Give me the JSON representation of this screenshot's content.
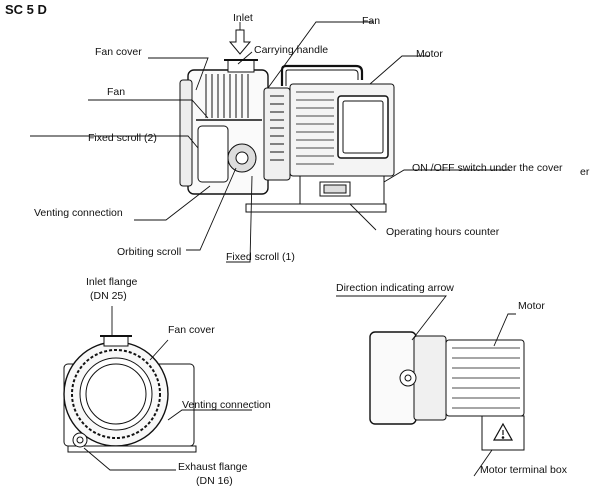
{
  "title": "SC 5 D",
  "top_view": {
    "labels": {
      "inlet": "Inlet",
      "fan_top": "Fan",
      "carrying_handle": "Carrying handle",
      "motor": "Motor",
      "fan_cover": "Fan cover",
      "fan_left": "Fan",
      "fixed_scroll_2": "Fixed scroll (2)",
      "on_off_switch": "ON /OFF switch under the cover",
      "er": "er",
      "venting_connection": "Venting connection",
      "operating_hours_counter": "Operating hours counter",
      "orbiting_scroll": "Orbiting scroll",
      "fixed_scroll_1": "Fixed scroll (1)"
    }
  },
  "front_view": {
    "labels": {
      "inlet_flange": "Inlet flange",
      "inlet_flange_size": "(DN 25)",
      "fan_cover": "Fan cover",
      "venting_connection": "Venting connection",
      "exhaust_flange": "Exhaust flange",
      "exhaust_flange_size": "(DN 16)"
    }
  },
  "side_view": {
    "labels": {
      "direction_arrow": "Direction indicating arrow",
      "motor": "Motor",
      "motor_terminal_box": "Motor terminal box"
    }
  },
  "icons": {
    "inlet_arrow": "down-arrow-icon",
    "warning": "warning-triangle-icon"
  }
}
